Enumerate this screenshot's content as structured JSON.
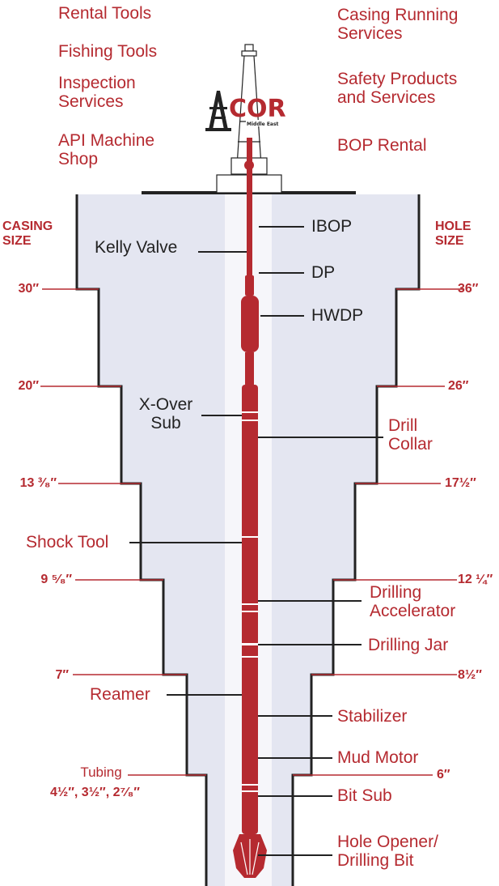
{
  "services_left": [
    "Rental Tools",
    "Fishing Tools",
    "Inspection\nServices",
    "API Machine\nShop"
  ],
  "services_right": [
    "Casing Running\nServices",
    "Safety Products\nand Services",
    "BOP Rental"
  ],
  "logo": {
    "name": "COR",
    "sub": "Middle East"
  },
  "headers": {
    "casing": "CASING\nSIZE",
    "hole": "HOLE\nSIZE"
  },
  "casing_sizes": [
    "30″",
    "20″",
    "13 ³⁄₈″",
    "9 ⁵⁄₈″",
    "7″",
    "Tubing",
    "4½″, 3½″, 2⁷⁄₈″"
  ],
  "hole_sizes": [
    "36″",
    "26″",
    "17½″",
    "12 ¼″",
    "8½″",
    "6″"
  ],
  "components_left": [
    "Kelly Valve",
    "X-Over\nSub",
    "Shock Tool",
    "Reamer"
  ],
  "components_right": [
    "IBOP",
    "DP",
    "HWDP",
    "Drill\nCollar",
    "Drilling\nAccelerator",
    "Drilling Jar",
    "Stabilizer",
    "Mud Motor",
    "Bit Sub",
    "Hole Opener/\nDrilling Bit"
  ],
  "colors": {
    "brand_red": "#b52a30",
    "wellbore_fill": "#e4e6f1",
    "outline": "#222222"
  }
}
